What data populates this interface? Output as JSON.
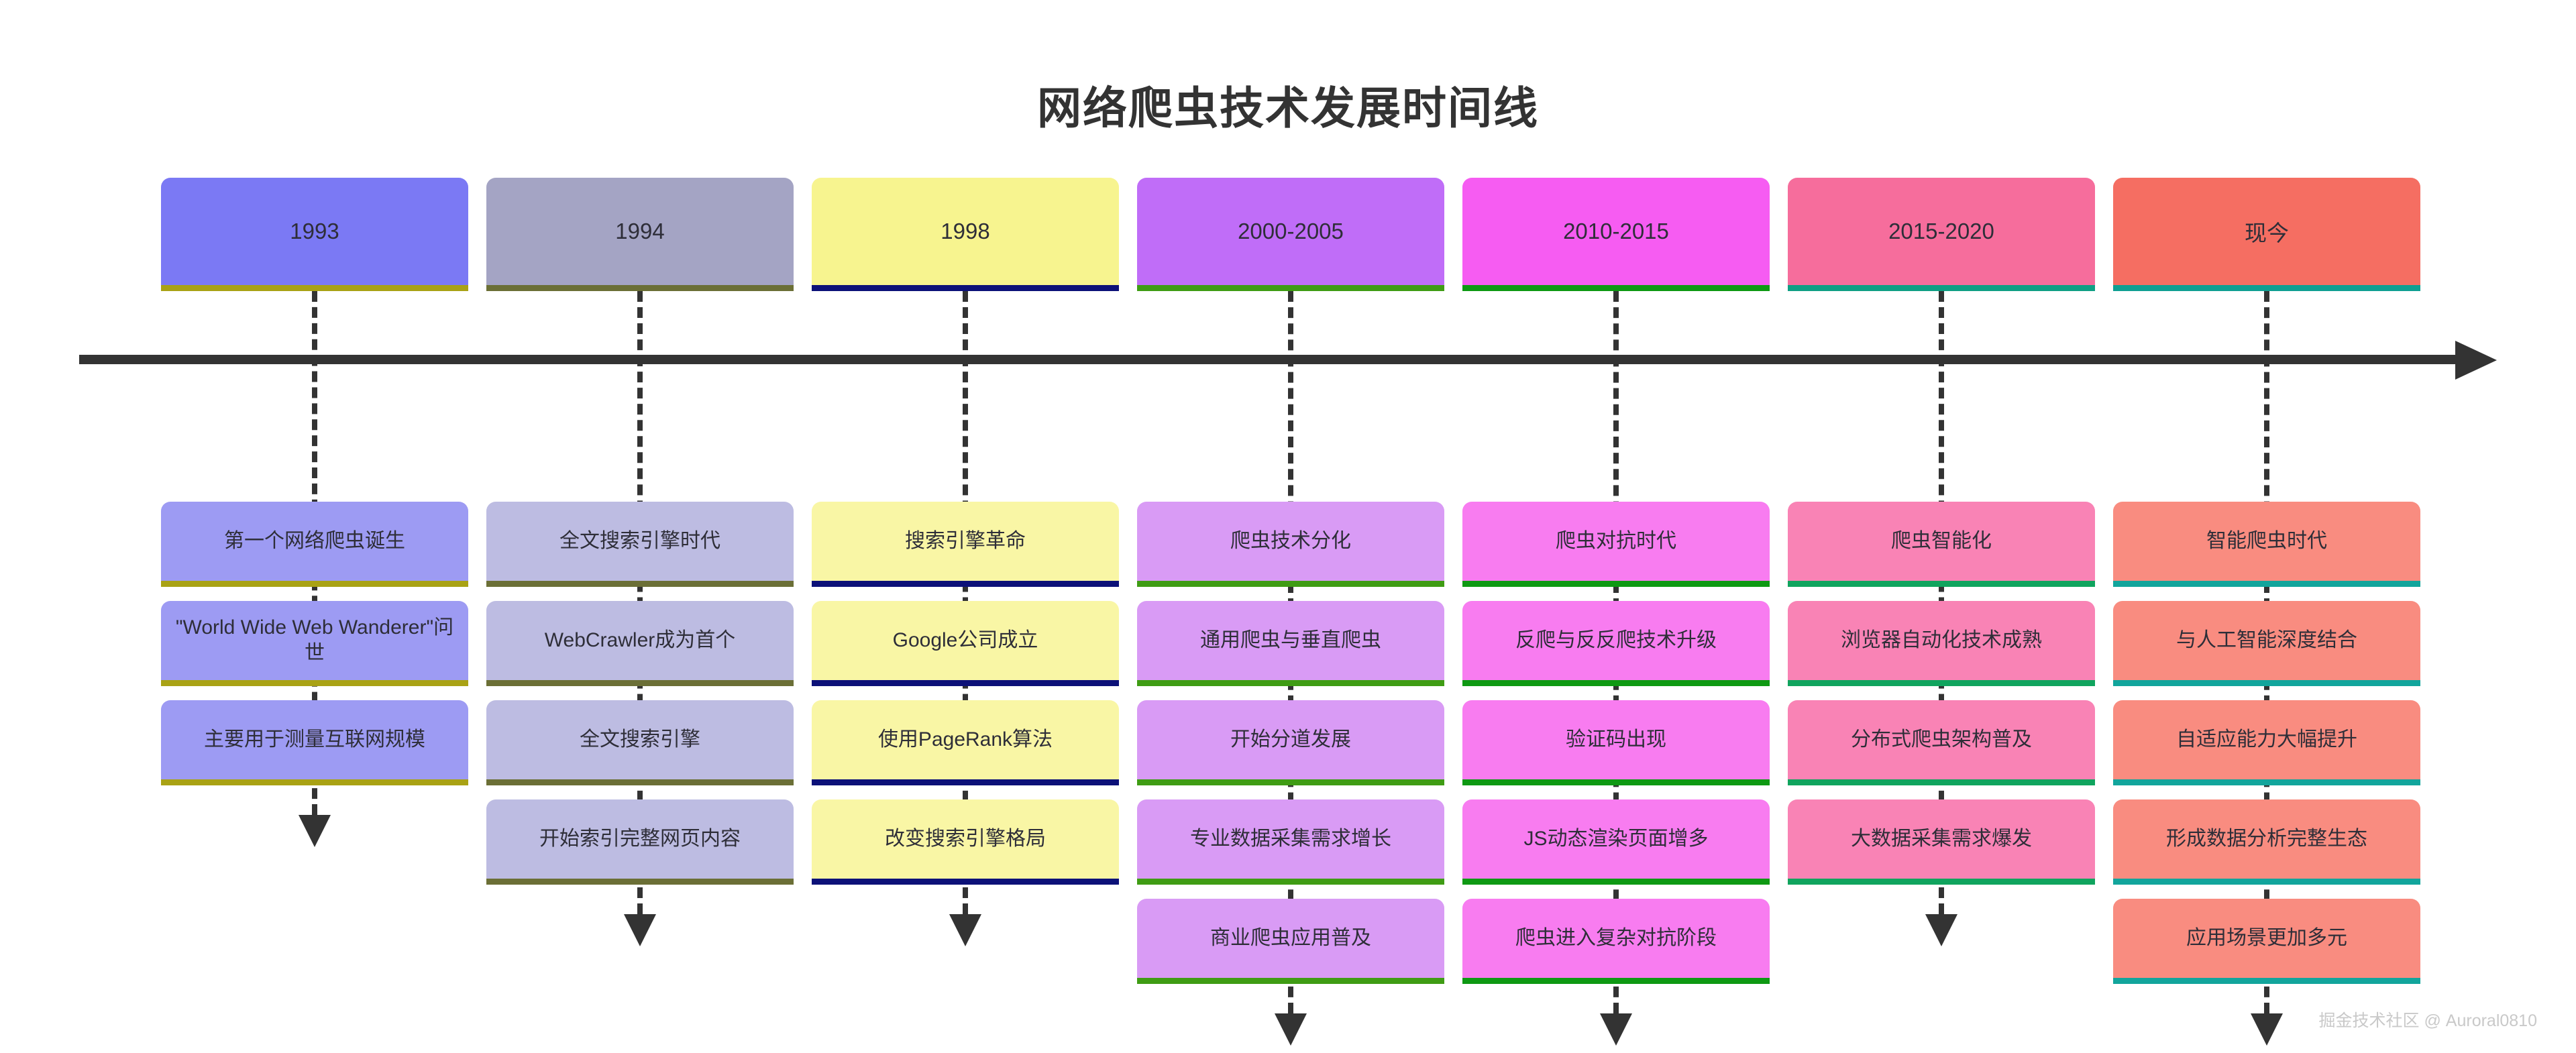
{
  "title": "网络爬虫技术发展时间线",
  "watermark": "掘金技术社区 @ Auroral0810",
  "axis": {
    "direction": "left-to-right",
    "arrowhead": "arrow-right"
  },
  "colors": {
    "axis": "#333333",
    "title": "#333333",
    "watermark": "#c9c9c9",
    "background": "#ffffff"
  },
  "columns": [
    {
      "year": "1993",
      "header_fill": "#7b79f4",
      "header_accent": "#a9a215",
      "item_fill": "#9d9bf3",
      "item_accent": "#a9a215",
      "items": [
        "第一个网络爬虫诞生",
        "\"World Wide Web Wanderer\"问世",
        "主要用于测量互联网规模"
      ]
    },
    {
      "year": "1994",
      "header_fill": "#a4a4c4",
      "header_accent": "#6b6f36",
      "item_fill": "#bdbce2",
      "item_accent": "#6b6f36",
      "items": [
        "全文搜索引擎时代",
        "WebCrawler成为首个",
        "全文搜索引擎",
        "开始索引完整网页内容"
      ]
    },
    {
      "year": "1998",
      "header_fill": "#f7f48f",
      "header_accent": "#0c1178",
      "item_fill": "#f9f6a5",
      "item_accent": "#0c1178",
      "items": [
        "搜索引擎革命",
        "Google公司成立",
        "使用PageRank算法",
        "改变搜索引擎格局"
      ]
    },
    {
      "year": "2000-2005",
      "header_fill": "#c濯",
      "header_fill_hex": "#c06df8",
      "header_accent": "#3f9c14",
      "item_fill": "#d99bf5",
      "item_accent": "#3f9c14",
      "items": [
        "爬虫技术分化",
        "通用爬虫与垂直爬虫",
        "开始分道发展",
        "专业数据采集需求增长",
        "商业爬虫应用普及"
      ]
    },
    {
      "year": "2010-2015",
      "header_fill": "#f65cf2",
      "header_accent": "#0e9913",
      "item_fill": "#f87cf0",
      "item_accent": "#0e9913",
      "items": [
        "爬虫对抗时代",
        "反爬与反反爬技术升级",
        "验证码出现",
        "JS动态渲染页面增多",
        "爬虫进入复杂对抗阶段"
      ]
    },
    {
      "year": "2015-2020",
      "header_fill": "#f66d9c",
      "header_accent": "#0f9f84",
      "item_fill": "#f983b5",
      "item_accent": "#10a45e",
      "items": [
        "爬虫智能化",
        "浏览器自动化技术成熟",
        "分布式爬虫架构普及",
        "大数据采集需求爆发"
      ]
    },
    {
      "year": "现今",
      "header_fill": "#f56e62",
      "header_accent": "#0f9f92",
      "item_fill": "#f98c80",
      "item_accent": "#12a59c",
      "items": [
        "智能爬虫时代",
        "与人工智能深度结合",
        "自适应能力大幅提升",
        "形成数据分析完整生态",
        "应用场景更加多元"
      ]
    }
  ]
}
